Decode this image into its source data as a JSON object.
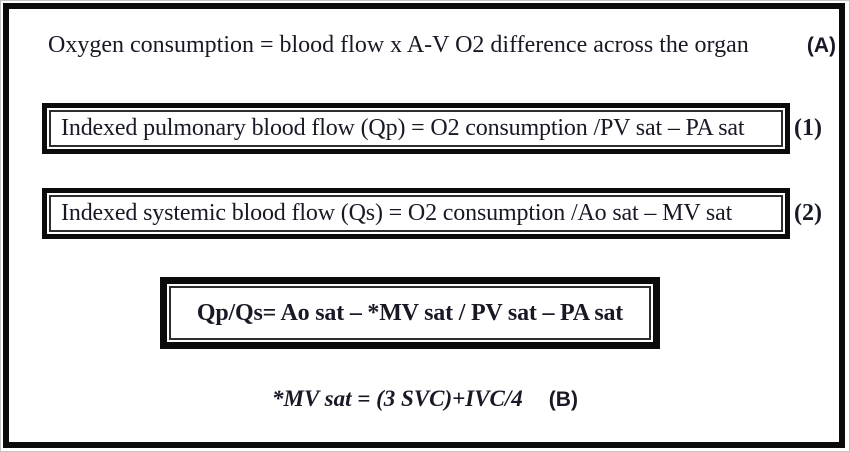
{
  "figure": {
    "equation_a": {
      "text": "Oxygen consumption = blood flow x A-V O2 difference across the organ",
      "label": "(A)"
    },
    "equation_1": {
      "text": "Indexed pulmonary blood flow (Qp) = O2 consumption /PV sat – PA sat",
      "label": "(1)"
    },
    "equation_2": {
      "text": "Indexed systemic blood flow (Qs) = O2 consumption /Ao sat – MV sat",
      "label": "(2)"
    },
    "equation_qpqs": {
      "text": "Qp/Qs= Ao sat – *MV sat / PV sat – PA sat"
    },
    "equation_b": {
      "text": "*MV sat = (3 SVC)+IVC/4",
      "label": "(B)"
    }
  },
  "colors": {
    "text": "#191926",
    "border": "#0b0b0b",
    "inner_line": "#2e2e2e",
    "background": "#ffffff"
  }
}
